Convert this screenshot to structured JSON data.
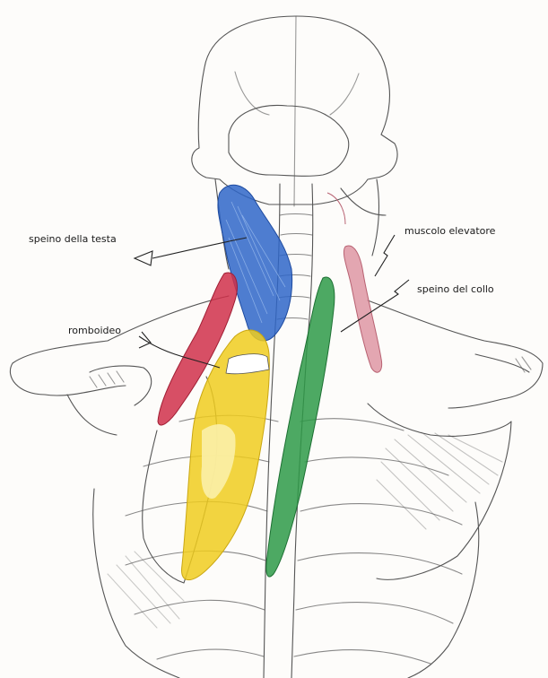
{
  "labels": {
    "splenius_capitis": "speino della testa",
    "levator_scapulae": "muscolo elevatore",
    "splenius_cervicis": "speino del collo",
    "rhomboid": "romboideo"
  },
  "colors": {
    "pencil": "#555555",
    "blue_muscle": "#2f66c8",
    "red_muscle": "#d0304a",
    "yellow_muscle": "#f0cc1e",
    "green_muscle": "#2e9a48",
    "pink_muscle": "#d98a98"
  }
}
